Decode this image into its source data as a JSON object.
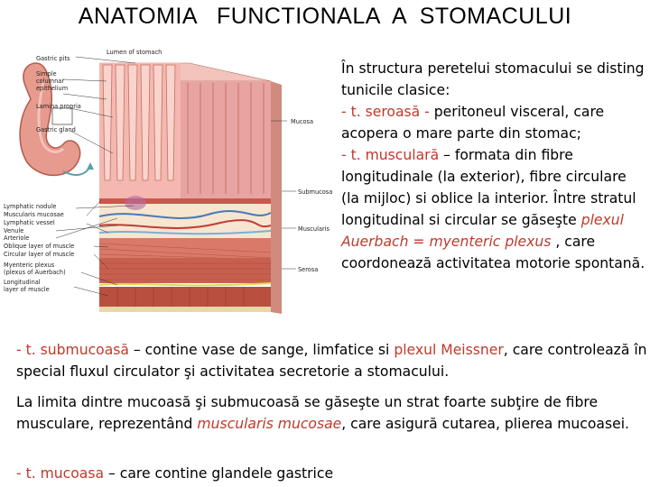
{
  "title": "ANATOMIA   FUNCTIONALA  A  STOMACULUI",
  "figure_labels": {
    "lumen": "Lumen of stomach",
    "gastric_pits": "Gastric pits",
    "simple_epithelium_1": "Simple",
    "simple_epithelium_2": "columnar",
    "simple_epithelium_3": "epithelium",
    "lamina_propria": "Lamina propria",
    "gastric_gland": "Gastric gland",
    "mucosa": "Mucosa",
    "submucosa": "Submucosa",
    "muscularis": "Muscularis",
    "serosa": "Serosa",
    "lymphatic_nodule": "Lymphatic nodule",
    "muscularis_mucosae": "Muscularis mucosae",
    "lymphatic_vessel": "Lymphatic vessel",
    "venule": "Venule",
    "arteriole": "Arteriole",
    "oblique_layer": "Oblique layer of muscle",
    "circular_layer": "Circular layer of muscle",
    "myenteric_plexus_1": "Myenteric plexus",
    "myenteric_plexus_2": "(plexus of Auerbach)",
    "longitudinal_layer_1": "Longitudinal",
    "longitudinal_layer_2": "layer of muscle"
  },
  "right": {
    "l1": "În structura peretelui stomacului se disting tunicile clasice:",
    "seroasa_dash": "- t. seroasă - ",
    "seroasa_text": "peritoneul visceral, care acopera o mare parte din stomac;",
    "musculara_dash": "- t. musculară",
    "musculara_text": " – formata din fibre longitudinale (la exterior), fibre circulare (la mijloc) si oblice la interior. Între stratul longitudinal si circular se găseşte ",
    "plexus": "plexul Auerbach = myenteric plexus",
    "musculara_end": " , care coordonează activitatea motorie spontană."
  },
  "p2": {
    "dash": "- t. submucoasă",
    "text1": " – contine vase de sange, limfatice si ",
    "plexus": "plexul Meissner",
    "text2": ", care controlează în special fluxul circulator şi activitatea secretorie a stomacului."
  },
  "p3": {
    "text1": " La limita dintre mucoasă şi submucoasă se găseşte un strat foarte subţire de fibre musculare, reprezentând ",
    "term": "muscularis mucosae",
    "text2": ", care asigură cutarea, plierea mucoasei."
  },
  "p4": {
    "dash": "- t. mucoasa",
    "text": " – care contine glandele gastrice"
  },
  "colors": {
    "accent_red": "#c0392b",
    "mucosa_pink": "#e8a0a0",
    "muscle_red": "#c44a3a",
    "vessel_blue": "#4a78b8"
  }
}
